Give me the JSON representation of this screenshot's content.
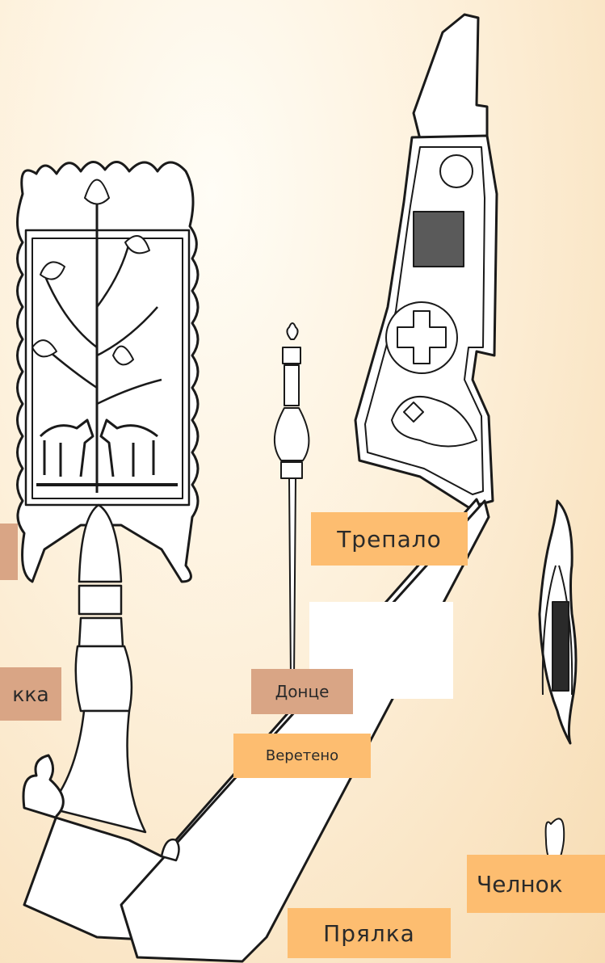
{
  "labels": {
    "trepalo": "Трепало",
    "veretyeno": "Веретено",
    "dontse": "Донце",
    "pryalka": "Прялка",
    "chelnok": "Челнок",
    "left_partial": "кка",
    "left_top_partial": ""
  },
  "blank_box": ""
}
